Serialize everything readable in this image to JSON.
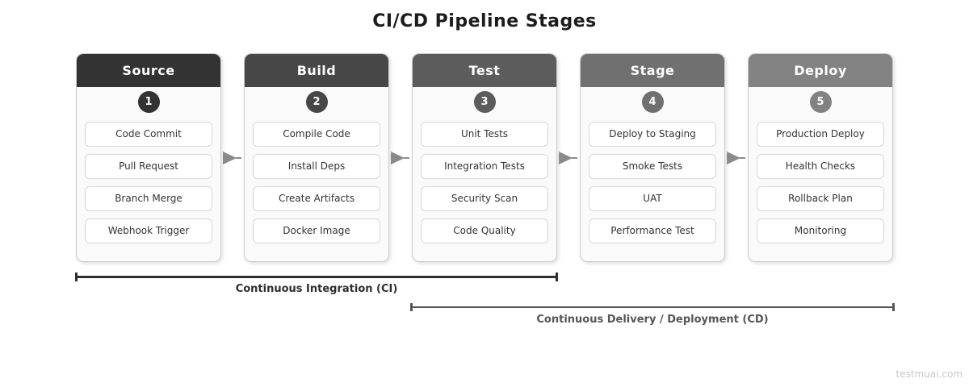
{
  "title": "CI/CD Pipeline Stages",
  "arrow_color": "#8a8a8a",
  "stages": [
    {
      "number": "1",
      "title": "Source",
      "color": "#333333",
      "items": [
        "Code Commit",
        "Pull Request",
        "Branch Merge",
        "Webhook Trigger"
      ]
    },
    {
      "number": "2",
      "title": "Build",
      "color": "#474747",
      "items": [
        "Compile Code",
        "Install Deps",
        "Create Artifacts",
        "Docker Image"
      ]
    },
    {
      "number": "3",
      "title": "Test",
      "color": "#5c5c5c",
      "items": [
        "Unit Tests",
        "Integration Tests",
        "Security Scan",
        "Code Quality"
      ]
    },
    {
      "number": "4",
      "title": "Stage",
      "color": "#707070",
      "items": [
        "Deploy to Staging",
        "Smoke Tests",
        "UAT",
        "Performance Test"
      ]
    },
    {
      "number": "5",
      "title": "Deploy",
      "color": "#828282",
      "items": [
        "Production Deploy",
        "Health Checks",
        "Rollback Plan",
        "Monitoring"
      ]
    }
  ],
  "brackets": {
    "ci": {
      "label": "Continuous Integration (CI)",
      "color": "#2e2e2e"
    },
    "cd": {
      "label": "Continuous Delivery / Deployment (CD)",
      "color": "#555555"
    }
  },
  "watermark": "testmuai.com"
}
